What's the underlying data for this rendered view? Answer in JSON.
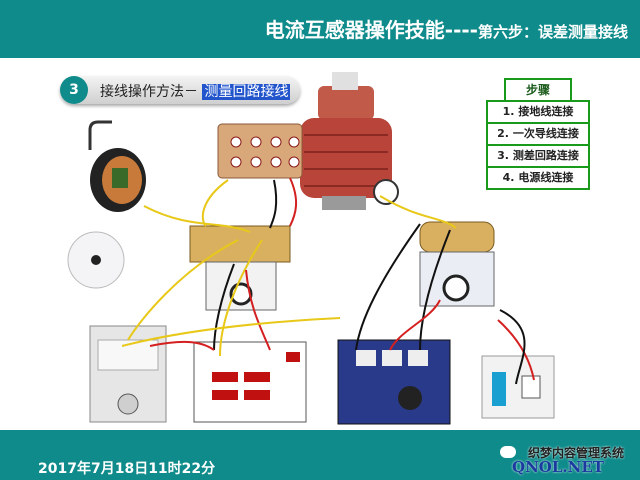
{
  "header": {
    "title": "电流互感器操作技能----",
    "subtitle": "第六步：误差测量接线"
  },
  "step_bar": {
    "number": "3",
    "label": "接线操作方法－",
    "highlight": "测量回路接线"
  },
  "steps_panel": {
    "title": "步骤",
    "items": [
      "1. 接地线连接",
      "2. 一次导线连接",
      "3. 测差回路连接",
      "4. 电源线连接"
    ]
  },
  "footer": {
    "date": "2017年7月18日11时22分"
  },
  "watermark": {
    "line1": "织梦内容管理系统",
    "line2": "QNOL.NET"
  },
  "colors": {
    "header": "#0f8b8b",
    "wire_red": "#d42020",
    "wire_yellow": "#e8c818",
    "wire_black": "#111111",
    "transformer": "#b8443a"
  }
}
